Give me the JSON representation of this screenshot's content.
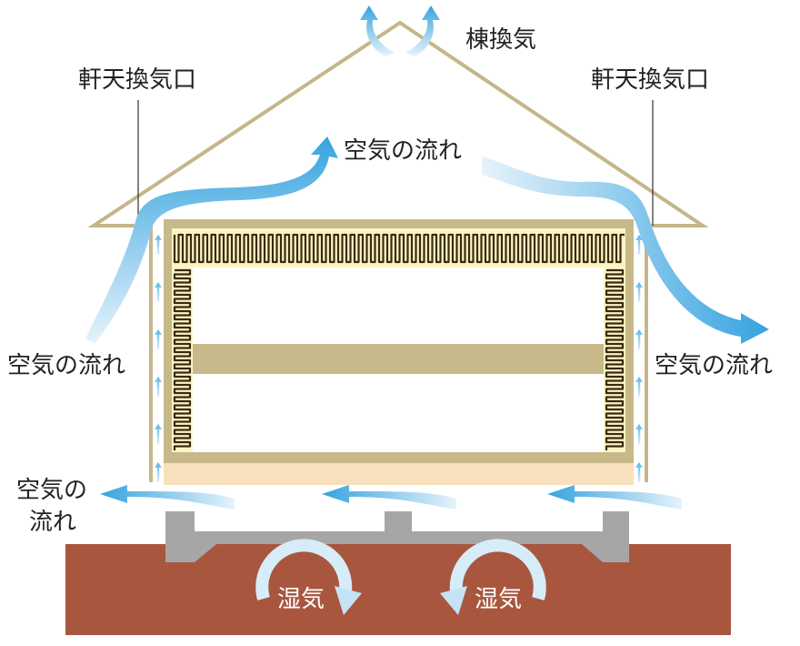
{
  "labels": {
    "ridge_vent": "棟換気",
    "eave_vent_left": "軒天換気口",
    "eave_vent_right": "軒天換気口",
    "airflow_top": "空気の流れ",
    "airflow_left": "空気の流れ",
    "airflow_right": "空気の流れ",
    "airflow_bottom_line1": "空気の",
    "airflow_bottom_line2": "流れ",
    "moisture_left": "湿気",
    "moisture_right": "湿気"
  },
  "colors": {
    "roof_line": "#c5b68a",
    "wall_tan": "#c7b98a",
    "insulation_fill": "#fbf5c4",
    "insulation_line": "#3a2a10",
    "floor_board": "#f9e0bd",
    "foundation": "#a9a9a9",
    "ground": "#a9563f",
    "air_arrow": "#3aa6e0"
  }
}
